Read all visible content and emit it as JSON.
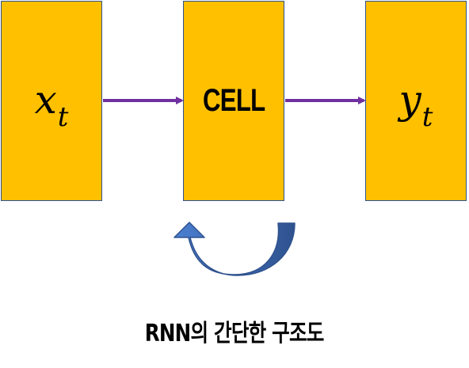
{
  "nodes": [
    {
      "id": "input",
      "symbol": "x",
      "subscript": "t"
    },
    {
      "id": "cell",
      "label": "CELL"
    },
    {
      "id": "output",
      "symbol": "y",
      "subscript": "t"
    }
  ],
  "colors": {
    "box_fill": "#FFC000",
    "box_border": "#2F528F",
    "arrow": "#7030A0",
    "loop_arrow_light": "#4A7FD0",
    "loop_arrow_dark": "#2F528F"
  },
  "caption": "RNN의 간단한 구조도"
}
